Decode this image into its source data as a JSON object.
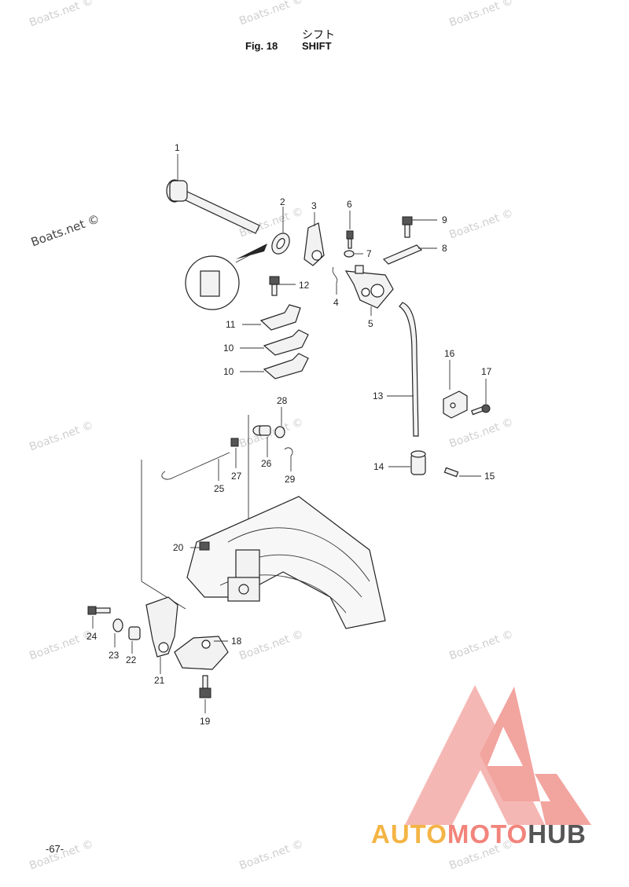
{
  "header": {
    "jp_title": "シフト",
    "fig_label": "Fig. 18",
    "title": "SHIFT"
  },
  "watermark_text": "Boats.net ©",
  "page_number": "-67-",
  "logo": {
    "part1": "AUTO",
    "part2": "MOTO",
    "part3": "HUB",
    "colors": {
      "auto": "#f4b445",
      "moto": "#f2847b",
      "hub": "#555555",
      "triangle": "#ef6f6a"
    }
  },
  "callouts": [
    "1",
    "2",
    "3",
    "4",
    "5",
    "6",
    "7",
    "8",
    "9",
    "10",
    "10",
    "11",
    "12",
    "13",
    "14",
    "15",
    "16",
    "17",
    "18",
    "19",
    "20",
    "21",
    "22",
    "23",
    "24",
    "25",
    "26",
    "27",
    "28",
    "29"
  ]
}
